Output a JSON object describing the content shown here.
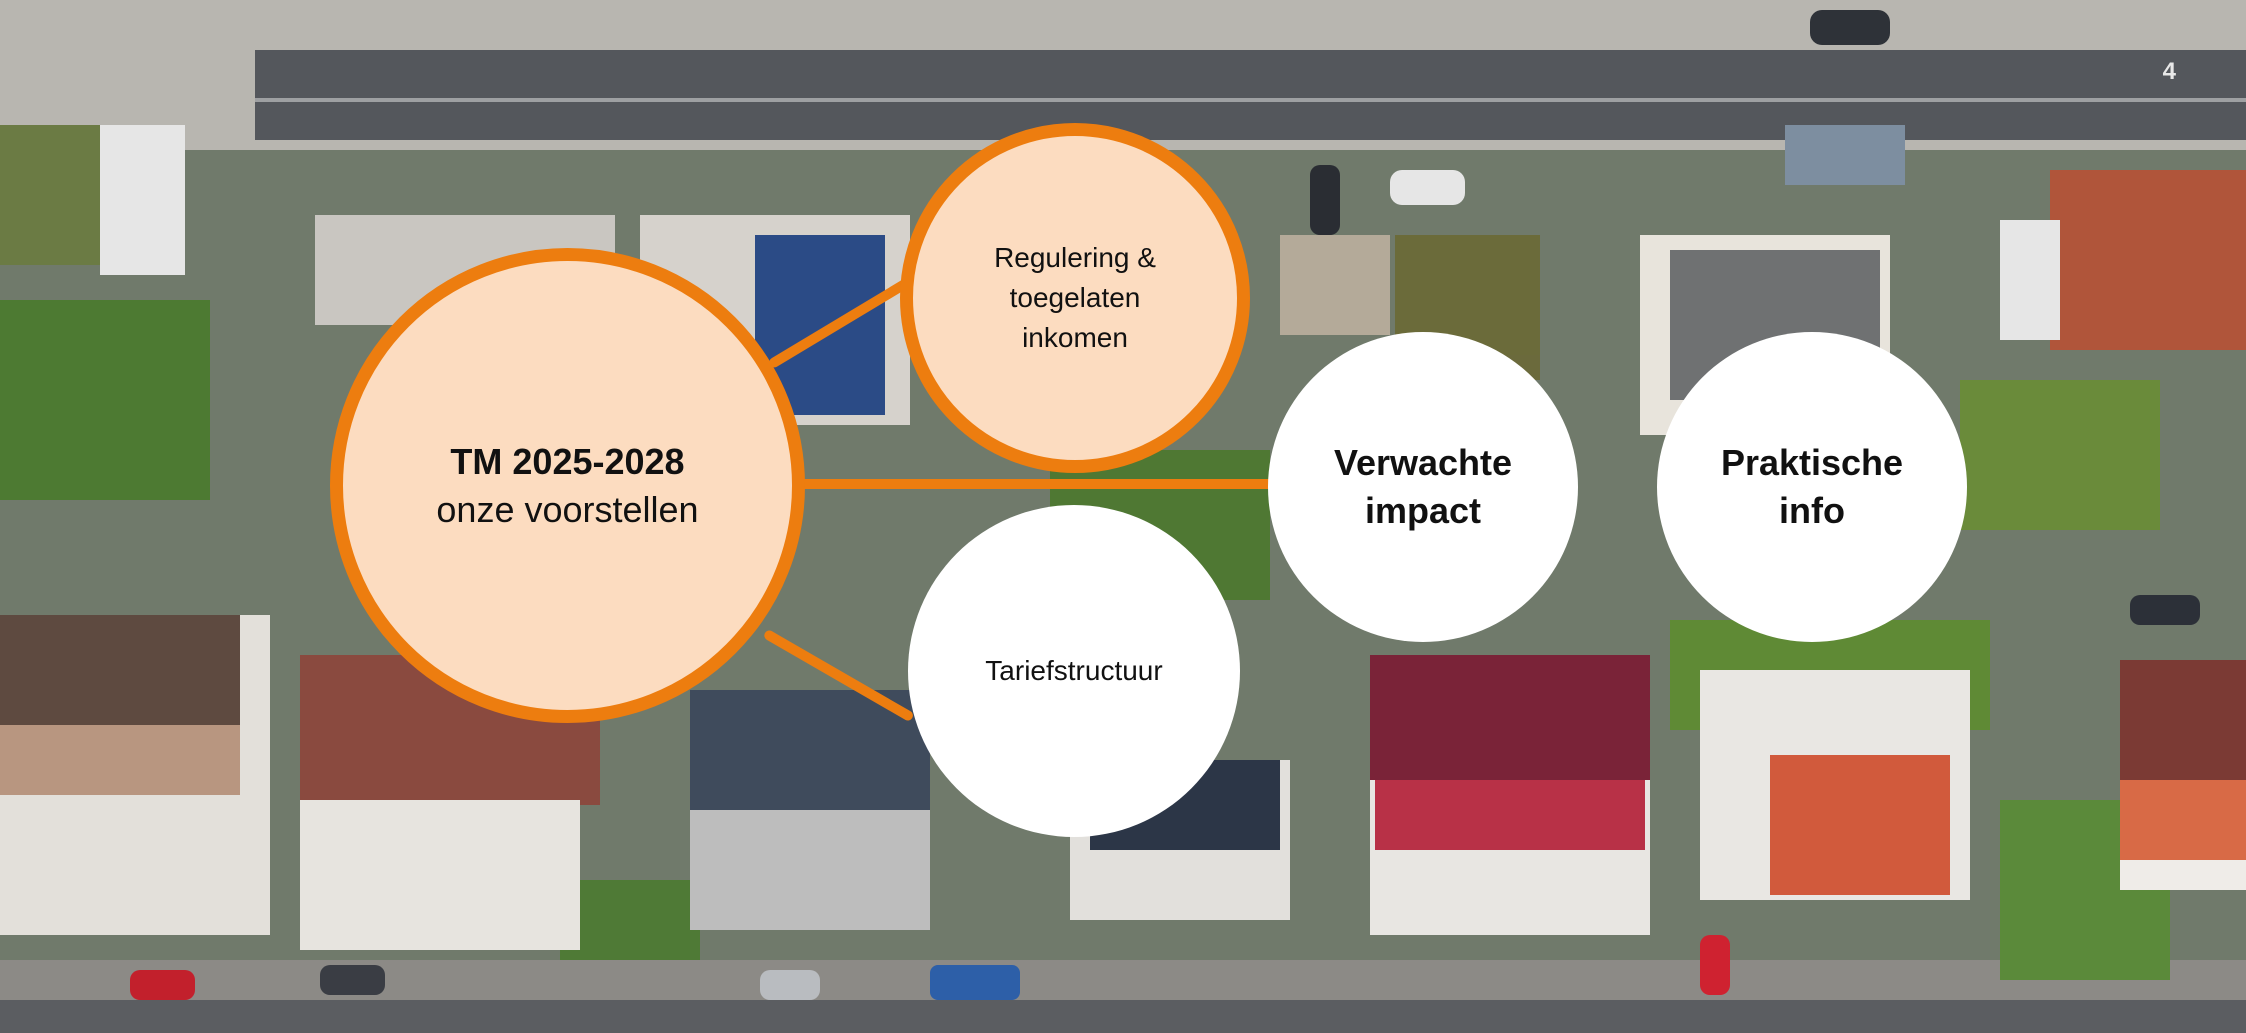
{
  "slide": {
    "page_number": "4"
  },
  "hub": {
    "title": "TM 2025-2028",
    "subtitle": "onze voorstellen"
  },
  "topics": {
    "regulering": {
      "line1": "Regulering &",
      "line2": "toegelaten",
      "line3": "inkomen"
    },
    "tariefstructuur": {
      "label": "Tariefstructuur"
    },
    "impact": {
      "line1": "Verwachte",
      "line2": "impact"
    },
    "info": {
      "line1": "Praktische",
      "line2": "info"
    }
  },
  "colors": {
    "accent": "#ed7d0f",
    "hub_fill": "#fcdcc0",
    "white": "#ffffff"
  }
}
